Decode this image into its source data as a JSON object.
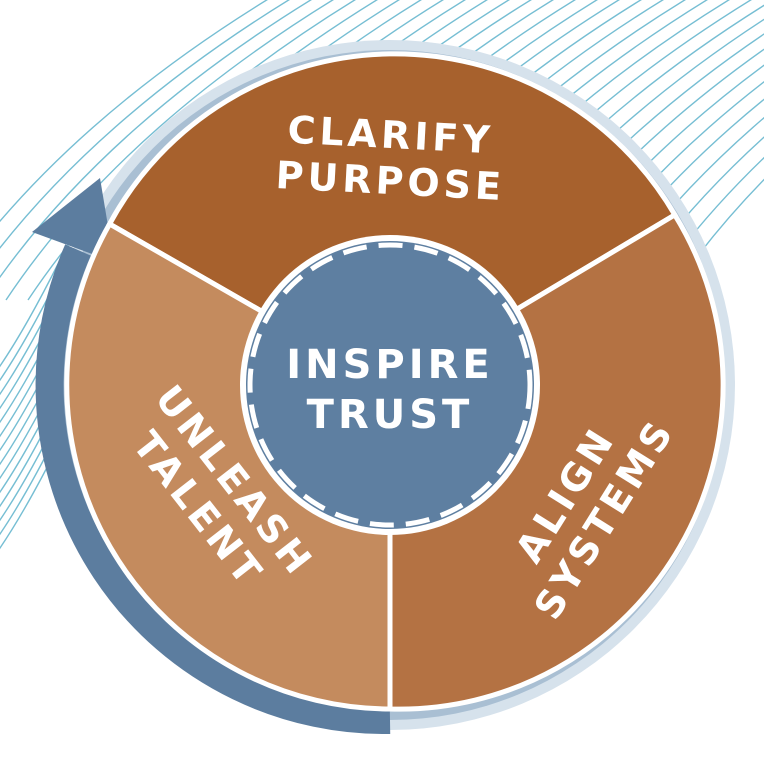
{
  "center": {
    "line1": "INSPIRE",
    "line2": "TRUST"
  },
  "segments": {
    "top": {
      "line1": "CLARIFY",
      "line2": "PURPOSE"
    },
    "right": {
      "line1": "ALIGN",
      "line2": "SYSTEMS"
    },
    "left": {
      "line1": "UNLEASH",
      "line2": "TALENT"
    }
  },
  "colors": {
    "top": "#a7612d",
    "right": "#b47243",
    "left": "#c48b5e",
    "center": "#5e7fa1",
    "ring": "#a9bfd3",
    "arrow": "#5c7d9f",
    "background_lines": "#5fb3cc"
  },
  "icons": {
    "cycle_arrow": "arrow-up-right-icon"
  }
}
